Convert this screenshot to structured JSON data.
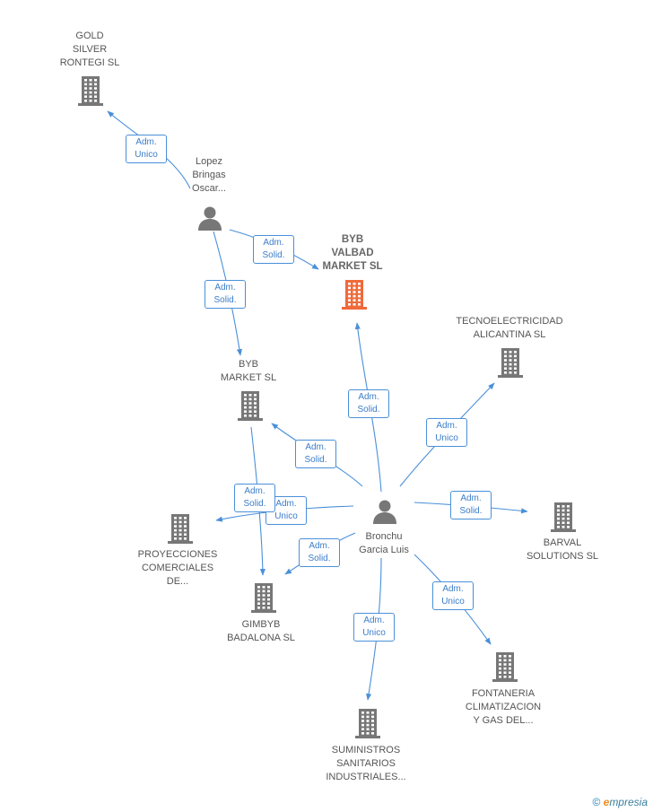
{
  "colors": {
    "edge": "#4a90d9",
    "node": "#777777",
    "main": "#f06a3a"
  },
  "nodes": {
    "gold": {
      "label": "GOLD\nSILVER\nRONTEGI SL"
    },
    "lopez": {
      "label": "Lopez\nBringas\nOscar..."
    },
    "main": {
      "label": "BYB\nVALBAD\nMARKET SL"
    },
    "tecno": {
      "label": "TECNOELECTRICIDAD\nALICANTINA SL"
    },
    "byb": {
      "label": "BYB\nMARKET SL"
    },
    "bronchu": {
      "label": "Bronchu\nGarcia Luis"
    },
    "barval": {
      "label": "BARVAL\nSOLUTIONS SL"
    },
    "proyec": {
      "label": "PROYECCIONES\nCOMERCIALES\nDE..."
    },
    "gimbyb": {
      "label": "GIMBYB\nBADALONA SL"
    },
    "fonta": {
      "label": "FONTANERIA\nCLIMATIZACION\nY GAS DEL..."
    },
    "sumin": {
      "label": "SUMINISTROS\nSANITARIOS\nINDUSTRIALES..."
    }
  },
  "edges": {
    "e1": {
      "l1": "Adm.",
      "l2": "Unico"
    },
    "e2": {
      "l1": "Adm.",
      "l2": "Solid."
    },
    "e3": {
      "l1": "Adm.",
      "l2": "Solid."
    },
    "e4": {
      "l1": "Adm.",
      "l2": "Solid."
    },
    "e5": {
      "l1": "Adm.",
      "l2": "Unico"
    },
    "e6": {
      "l1": "Adm.",
      "l2": "Solid."
    },
    "e7": {
      "l1": "Adm.",
      "l2": "Solid."
    },
    "e8": {
      "l1": "Adm.",
      "l2": "Unico"
    },
    "e9": {
      "l1": "Adm.",
      "l2": "Solid."
    },
    "e10": {
      "l1": "Adm.",
      "l2": "Solid."
    },
    "e11": {
      "l1": "Adm.",
      "l2": "Unico"
    },
    "e12": {
      "l1": "Adm.",
      "l2": "Unico"
    }
  },
  "footer": {
    "copyright": "©",
    "brand_e": "e",
    "brand_rest": "mpresia"
  }
}
